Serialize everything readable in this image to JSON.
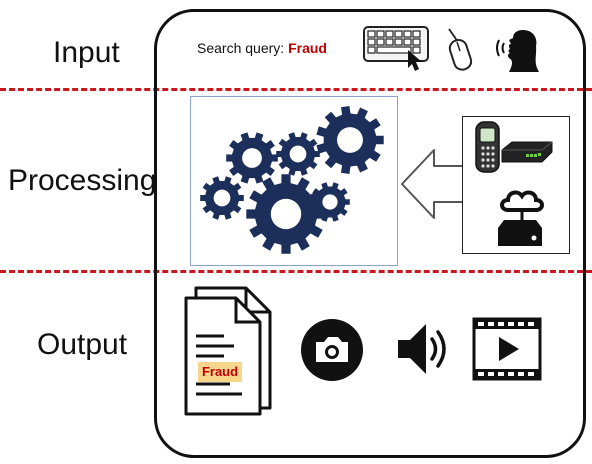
{
  "stages": {
    "input": "Input",
    "processing": "Processing",
    "output": "Output"
  },
  "search": {
    "label": "Search query:",
    "value": "Fraud"
  },
  "document": {
    "label": "Fraud"
  },
  "colors": {
    "divider": "#c8171d",
    "gear": "#1c2f5a",
    "highlight_text": "#c00000",
    "highlight_bg": "#f7d58b"
  },
  "icons": [
    "keyboard-icon",
    "mouse-icon",
    "voice-icon",
    "gears-icon",
    "arrow-icon",
    "mobile-phone-icon",
    "router-icon",
    "cloud-storage-icon",
    "document-icon",
    "camera-icon",
    "speaker-icon",
    "video-icon"
  ]
}
